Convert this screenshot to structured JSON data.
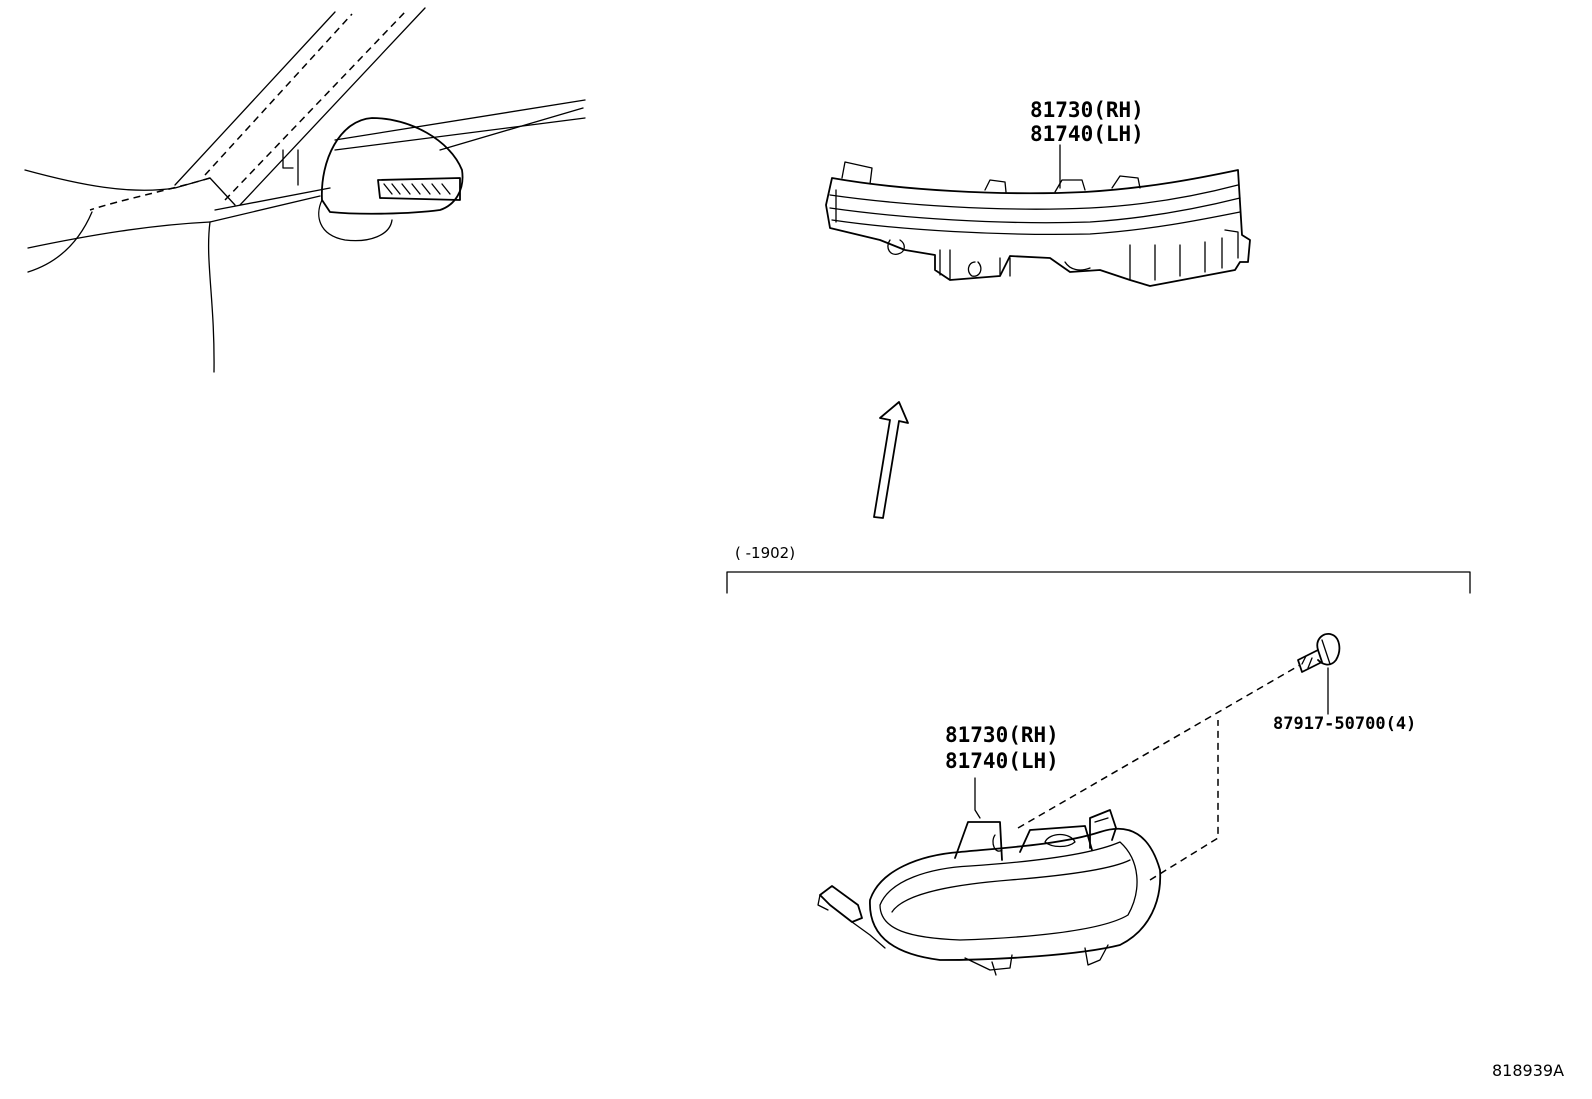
{
  "parts": {
    "upper_lamp": {
      "code_rh": "81730(RH)",
      "code_lh": "81740(LH)"
    },
    "lower_lamp": {
      "code_rh": "81730(RH)",
      "code_lh": "81740(LH)"
    },
    "screw": {
      "code": "87917-50700(4)"
    }
  },
  "range_label": "(      -1902)",
  "diagram_id": "818939A"
}
